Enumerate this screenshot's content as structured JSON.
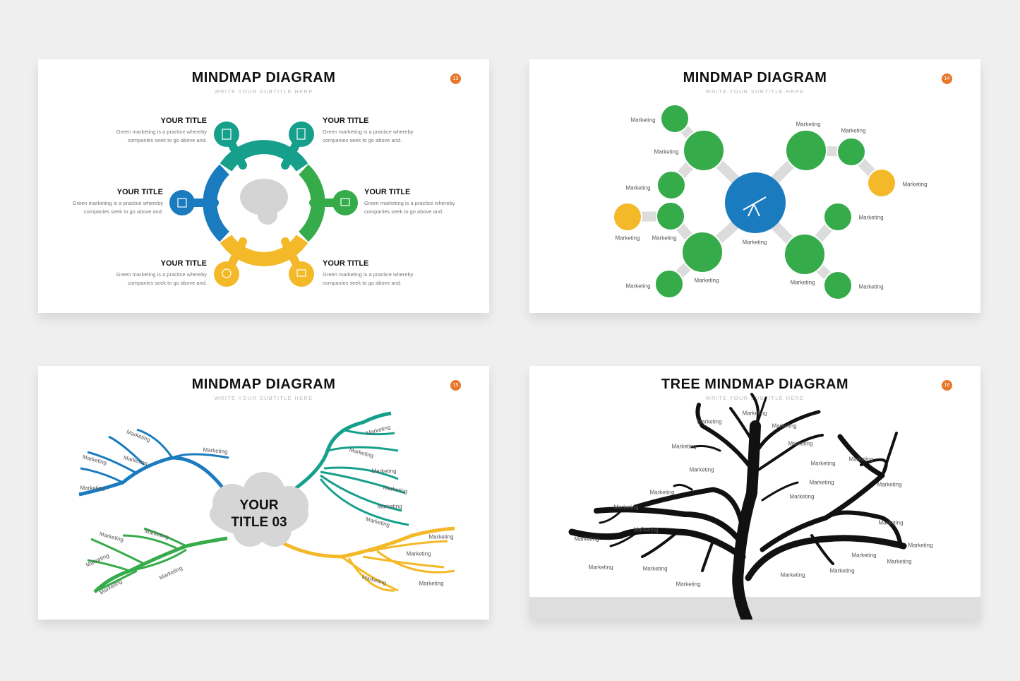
{
  "colors": {
    "teal": "#16a08c",
    "blue": "#1a7bbf",
    "green": "#35ab4a",
    "yellow": "#f4b928",
    "badge": "#e8772b",
    "link": "#dcdcdc"
  },
  "slides": [
    {
      "title": "MINDMAP DIAGRAM",
      "subtitle": "WRITE YOUR SUBTITLE HERE",
      "number": "13",
      "center_icon": "brain-icon",
      "items": [
        {
          "title": "YOUR TITLE",
          "desc1": "Green marketing is a practice whereby",
          "desc2": "companies seek to go above and.",
          "icon": "id-card-icon"
        },
        {
          "title": "YOUR TITLE",
          "desc1": "Green marketing is a practice whereby",
          "desc2": "companies seek to go above and.",
          "icon": "document-icon"
        },
        {
          "title": "YOUR TITLE",
          "desc1": "Green marketing is a practice whereby",
          "desc2": "companies seek to go above and.",
          "icon": "certificate-icon"
        },
        {
          "title": "YOUR TITLE",
          "desc1": "Green marketing is a practice whereby",
          "desc2": "companies seek to go above and.",
          "icon": "laptop-icon"
        },
        {
          "title": "YOUR TITLE",
          "desc1": "Green marketing is a practice whereby",
          "desc2": "companies seek to go above and.",
          "icon": "head-idea-icon"
        },
        {
          "title": "YOUR TITLE",
          "desc1": "Green marketing is a practice whereby",
          "desc2": "companies seek to go above and.",
          "icon": "presentation-icon"
        }
      ]
    },
    {
      "title": "MINDMAP DIAGRAM",
      "subtitle": "WRITE YOUR SUBTITLE HERE",
      "number": "14",
      "center_icon": "telescope-icon",
      "labels": [
        "Marketing",
        "Marketing",
        "Marketing",
        "Marketing",
        "Marketing",
        "Marketing",
        "Marketing",
        "Marketing",
        "Marketing",
        "Marketing",
        "Marketing",
        "Marketing",
        "Marketing",
        "Marketing"
      ]
    },
    {
      "title": "MINDMAP DIAGRAM",
      "subtitle": "WRITE YOUR SUBTITLE HERE",
      "number": "15",
      "center_line1": "YOUR",
      "center_line2": "TITLE 03",
      "labels": [
        "Marketing",
        "Marketing",
        "Marketing",
        "Marketing",
        "Marketing",
        "Marketing",
        "Marketing",
        "Marketing",
        "Marketing",
        "Marketing",
        "Marketing",
        "Marketing",
        "Marketing",
        "Marketing",
        "Marketing",
        "Marketing",
        "Marketing",
        "Marketing",
        "Marketing",
        "Marketing"
      ]
    },
    {
      "title": "TREE MINDMAP DIAGRAM",
      "subtitle": "WRITE YOUR SUBTITLE HERE",
      "number": "16",
      "labels": [
        "Marketing",
        "Marketing",
        "Marketing",
        "Marketing",
        "Marketing",
        "Marketing",
        "Marketing",
        "Marketing",
        "Marketing",
        "Marketing",
        "Marketing",
        "Marketing",
        "Marketing",
        "Marketing",
        "Marketing",
        "Marketing",
        "Marketing",
        "Marketing",
        "Marketing",
        "Marketing",
        "Marketing",
        "Marketing",
        "Marketing",
        "Marketing"
      ]
    }
  ]
}
